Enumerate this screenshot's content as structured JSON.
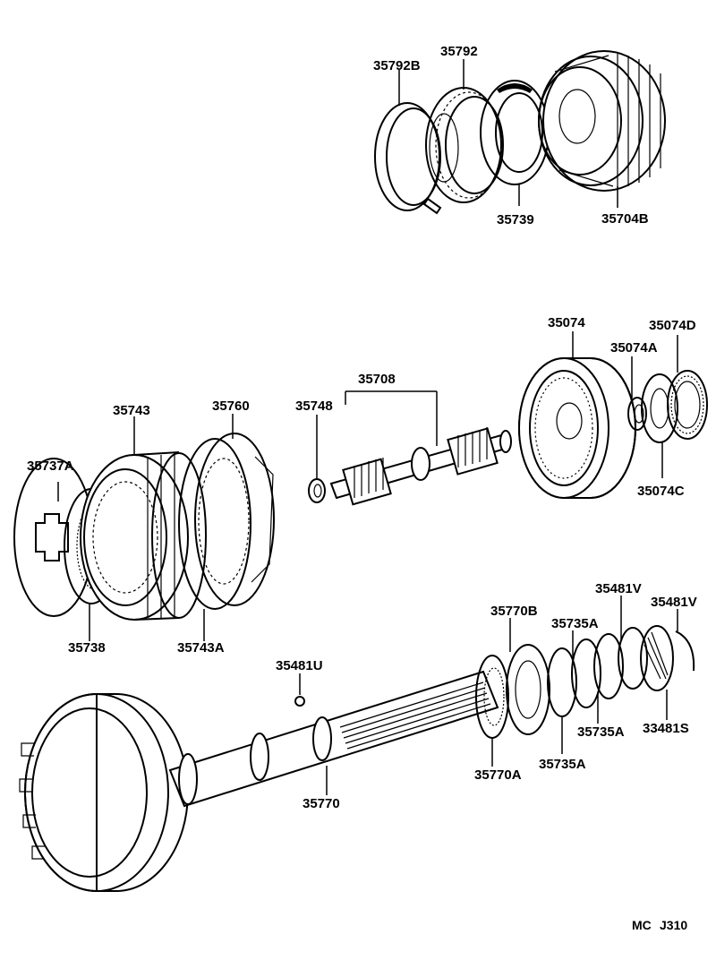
{
  "labels": {
    "p35792B": "35792B",
    "p35792": "35792",
    "p35739": "35739",
    "p35704B": "35704B",
    "p35074": "35074",
    "p35074D": "35074D",
    "p35074A": "35074A",
    "p35074C": "35074C",
    "p35708": "35708",
    "p35748": "35748",
    "p35743": "35743",
    "p35760": "35760",
    "p35737A": "35737A",
    "p35738": "35738",
    "p35743A": "35743A",
    "p35481U": "35481U",
    "p35770B": "35770B",
    "p35735A_top": "35735A",
    "p35481V_a": "35481V",
    "p35481V_b": "35481V",
    "p35735A_mid": "35735A",
    "p33481S": "33481S",
    "p35770A": "35770A",
    "p35735A_bot": "35735A",
    "p35770": "35770"
  },
  "footer": {
    "maker": "MC",
    "code": "J310"
  }
}
